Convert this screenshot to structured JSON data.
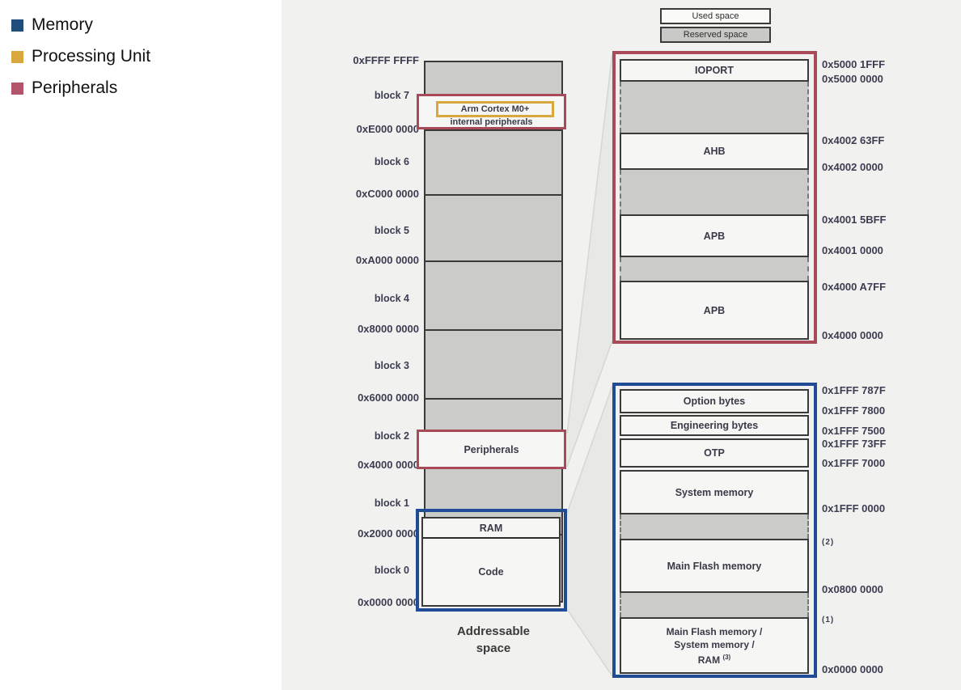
{
  "legend": {
    "items": [
      {
        "label": "Memory",
        "color": "#1f4e7c"
      },
      {
        "label": "Processing Unit",
        "color": "#d8a73d"
      },
      {
        "label": "Peripherals",
        "color": "#b2556a"
      }
    ]
  },
  "space_legend": {
    "used": "Used space",
    "reserved": "Reserved space"
  },
  "colors": {
    "memory_accent": "#1f4c94",
    "peripherals_accent": "#a84a58",
    "processing_accent": "#d8a73d",
    "used_fill": "#f6f6f5",
    "reserved_fill": "#cbcbca"
  },
  "address_space": {
    "title_line1": "Addressable",
    "title_line2": "space",
    "labels": [
      "0xFFFF FFFF",
      "block 7",
      "0xE000 0000",
      "block 6",
      "0xC000 0000",
      "block 5",
      "0xA000 0000",
      "block 4",
      "0x8000 0000",
      "block 3",
      "0x6000 0000",
      "block 2",
      "0x4000 0000",
      "block 1",
      "0x2000 0000",
      "block 0",
      "0x0000 0000"
    ],
    "cortex_line1": "Arm Cortex M0+",
    "cortex_line2": "internal peripherals",
    "peripherals_label": "Peripherals",
    "ram_label": "RAM",
    "code_label": "Code"
  },
  "peripheral_detail": {
    "sections": [
      "IOPORT",
      "AHB",
      "APB",
      "APB"
    ],
    "addresses": [
      "0x5000 1FFF",
      "0x5000 0000",
      "0x4002 63FF",
      "0x4002 0000",
      "0x4001 5BFF",
      "0x4001 0000",
      "0x4000 A7FF",
      "0x4000 0000"
    ]
  },
  "memory_detail": {
    "sections": [
      "Option bytes",
      "Engineering bytes",
      "OTP",
      "System memory",
      "Main Flash memory"
    ],
    "bottom_lines": [
      "Main Flash memory /",
      "System memory /"
    ],
    "bottom_ram": "RAM",
    "bottom_ram_sup": "(3)",
    "addresses": [
      "0x1FFF 787F",
      "0x1FFF 7800",
      "0x1FFF 7500",
      "0x1FFF 73FF",
      "0x1FFF 7000",
      "0x1FFF 0000",
      "0x0800 0000",
      "0x0000 0000"
    ],
    "note2": "(2)",
    "note1": "(1)"
  }
}
